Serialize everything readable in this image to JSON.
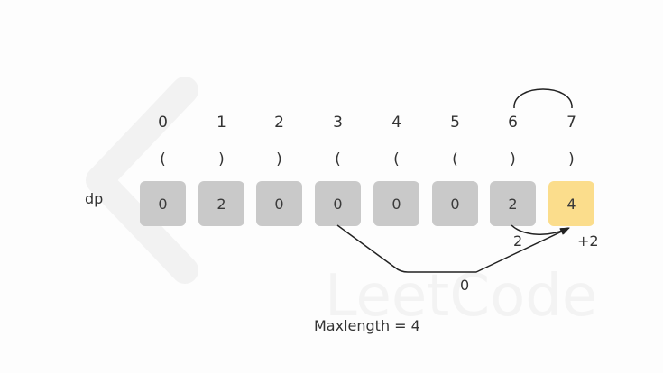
{
  "row_label": "dp",
  "indices": [
    "0",
    "1",
    "2",
    "3",
    "4",
    "5",
    "6",
    "7"
  ],
  "chars": [
    "(",
    ")",
    ")",
    "(",
    "(",
    "(",
    ")",
    ")"
  ],
  "dp": [
    "0",
    "2",
    "0",
    "0",
    "0",
    "0",
    "2",
    "4"
  ],
  "highlight_index": 7,
  "arrow_labels": {
    "short": "2",
    "plus": "+2",
    "long": "0"
  },
  "result": "Maxlength = 4",
  "watermark": "LeetCode",
  "colors": {
    "cell": "#c9c9c9",
    "highlight": "#fbdd8c",
    "text": "#333333",
    "line": "#222222"
  }
}
